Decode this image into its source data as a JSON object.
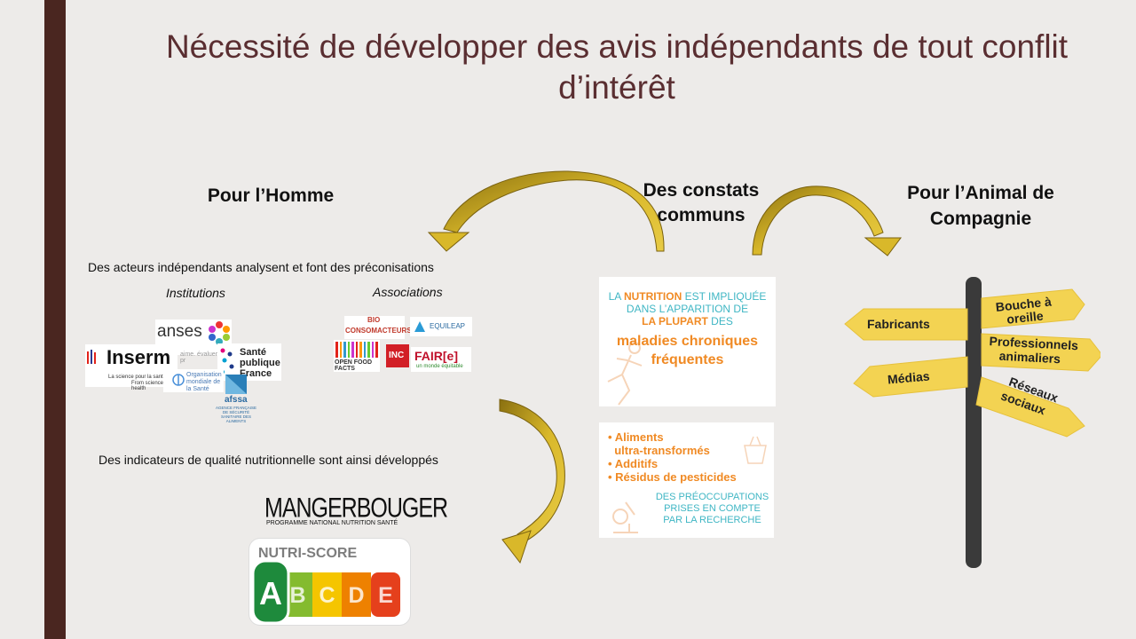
{
  "slide": {
    "title": "Nécessité de développer des avis indépendants de tout conflit d’intérêt",
    "left_heading": "Pour l’Homme",
    "center_heading": "Des constats communs",
    "right_heading": "Pour l’Animal de Compagnie",
    "actors_text": "Des acteurs indépendants analysent et font des préconisations",
    "institutions_label": "Institutions",
    "associations_label": "Associations",
    "indicators_text": "Des indicateurs de qualité nutritionnelle sont ainsi développés"
  },
  "logos": {
    "anses": "anses",
    "anses_tag": "aime. évaluer. pr",
    "inserm": "Inserm",
    "inserm_tag1": "La science pour la santé",
    "inserm_tag2": "From science to health",
    "sante_publique": "Santé publique France",
    "oms": "Organisation mondiale de la Santé",
    "afssa": "afssa",
    "afssa_full": "AGENCE FRANÇAISE DE SÉCURITÉ SANITAIRE DES ALIMENTS",
    "bio": "BIO",
    "consomacteurs": "CONSOMACTEURS",
    "equileap": "EQUILEAP",
    "openfoodfacts": "OPEN FOOD FACTS",
    "inc": "INC",
    "faire": "FAIR[e]",
    "faire_tag": "un monde équitable",
    "mangerbouger": "MANGERBOUGER",
    "mangerbouger_tag": "PROGRAMME NATIONAL NUTRITION SANTÉ",
    "nutriscore": "NUTRI-SCORE",
    "nutriscore_letters": [
      "A",
      "B",
      "C",
      "D",
      "E"
    ],
    "nutriscore_colors": [
      "#1e8a3c",
      "#84bb2f",
      "#f5c500",
      "#ee8100",
      "#e5401c"
    ]
  },
  "panels": {
    "nutrition_line1a": "LA ",
    "nutrition_line1b": "NUTRITION",
    "nutrition_line1c": " EST IMPLIQUÉE",
    "nutrition_line2": "DANS L’APPARITION DE",
    "nutrition_line3a": "LA PLUPART",
    "nutrition_line3b": " DES",
    "nutrition_line4": "maladies chroniques",
    "nutrition_line5": "fréquentes",
    "concerns": [
      "Aliments ultra-transformés",
      "Additifs",
      "Résidus de pesticides"
    ],
    "concerns_item1_line1": "Aliments",
    "concerns_item1_line2": "ultra-transformés",
    "research_line1": "DES PRÉOCCUPATIONS",
    "research_line2": "PRISES EN COMPTE",
    "research_line3": "PAR LA RECHERCHE"
  },
  "signpost": {
    "fabricants": "Fabricants",
    "medias": "Médias",
    "bouche_line1": "Bouche à",
    "bouche_line2": "oreille",
    "pro_line1": "Professionnels",
    "pro_line2": "animaliers",
    "reseaux_line1": "Réseaux",
    "reseaux_line2": "sociaux"
  },
  "colors": {
    "sidebar": "#4a2620",
    "title": "#5a2e31",
    "arrow_gold": "#d4b21c",
    "sign_yellow": "#f3d352",
    "accent_teal": "#3fb6c4",
    "accent_orange": "#f08a24"
  }
}
